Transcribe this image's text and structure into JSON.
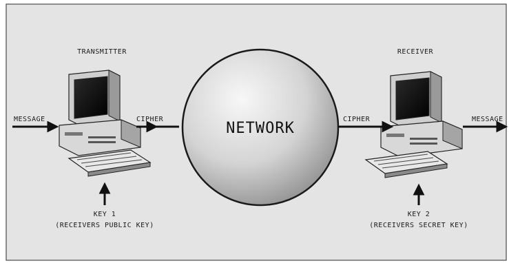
{
  "diagram": {
    "transmitter_label": "TRANSMITTER",
    "receiver_label": "RECEIVER",
    "network_label": "NETWORK",
    "message_in_label": "MESSAGE",
    "cipher_out_label": "CIPHER",
    "cipher_in_label": "CIPHER",
    "message_out_label": "MESSAGE",
    "key1_line1": "KEY 1",
    "key1_line2": "(RECEIVERS PUBLIC KEY)",
    "key2_line1": "KEY 2",
    "key2_line2": "(RECEIVERS SECRET KEY)"
  },
  "colors": {
    "background_panel": "#e4e4e4",
    "frame_border": "#6a6a6a",
    "arrow": "#111111",
    "sphere_light": "#f7f7f7",
    "sphere_dark": "#8e8e8e"
  }
}
